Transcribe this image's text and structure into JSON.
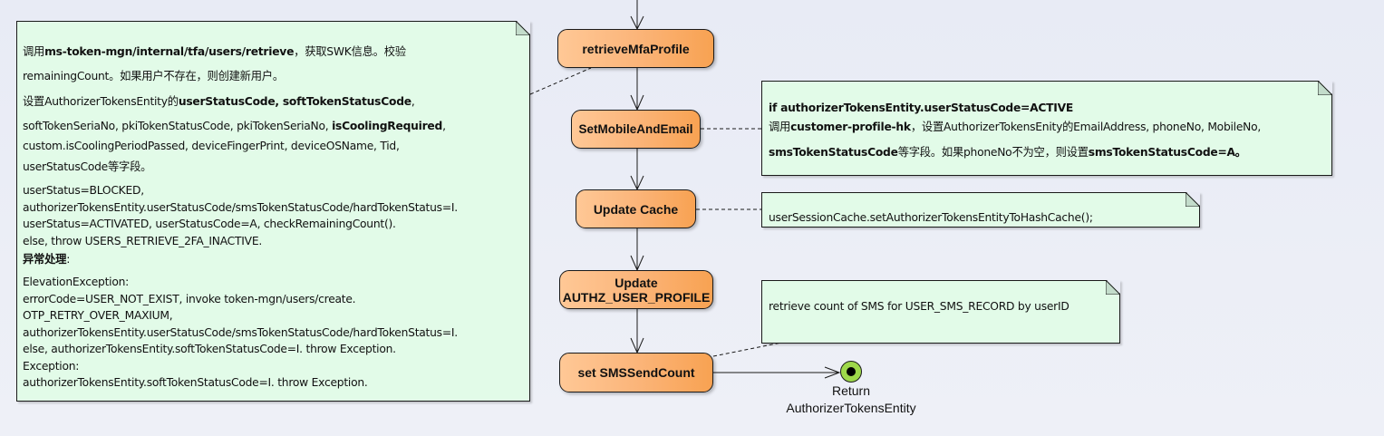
{
  "diagram": {
    "type": "activity",
    "actions": [
      {
        "id": "retrieve",
        "label": "retrieveMfaProfile"
      },
      {
        "id": "setmobile",
        "label": "SetMobileAndEmail"
      },
      {
        "id": "cache",
        "label": "Update Cache"
      },
      {
        "id": "authz",
        "label_line1": "Update",
        "label_line2": "AUTHZ_USER_PROFILE"
      },
      {
        "id": "sms",
        "label": "set SMSSendCount"
      }
    ],
    "final_node": {
      "label_line1": "Return",
      "label_line2": "AuthorizerTokensEntity",
      "fill_color": "#9ed84a"
    },
    "notes": {
      "retrieve_note": {
        "l1_a": "调用",
        "l1_b": "ms-token-mgn/internal/tfa/users/retrieve",
        "l1_c": "，获取SWK信息。校验",
        "l2": "remainingCount。如果用户不存在，则创建新用户。",
        "l3_a": "设置AuthorizerTokensEntity的",
        "l3_b": "userStatusCode, softTokenStatusCode",
        "l3_c": ",",
        "l4_a": "softTokenSeriaNo, pkiTokenStatusCode, pkiTokenSeriaNo, ",
        "l4_b": "isCoolingRequired",
        "l4_c": ",",
        "l5": "custom.isCoolingPeriodPassed, deviceFingerPrint, deviceOSName, Tid,",
        "l6": "userStatusCode等字段。",
        "l7": "userStatus=BLOCKED,",
        "l8": "authorizerTokensEntity.userStatusCode/smsTokenStatusCode/hardTokenStatus=I.",
        "l9": "userStatus=ACTIVATED, userStatusCode=A, checkRemainingCount().",
        "l10": "else, throw USERS_RETRIEVE_2FA_INACTIVE.",
        "l11_a": "异常处理",
        "l11_b": ":",
        "l12": "ElevationException:",
        "l13": "errorCode=USER_NOT_EXIST, invoke token-mgn/users/create.",
        "l14": "OTP_RETRY_OVER_MAXIUM,",
        "l15": "authorizerTokensEntity.userStatusCode/smsTokenStatusCode/hardTokenStatus=I.",
        "l16": "else, authorizerTokensEntity.softTokenStatusCode=I. throw Exception.",
        "l17": "Exception:",
        "l18": "authorizerTokensEntity.softTokenStatusCode=I. throw Exception."
      },
      "mobile_note": {
        "l1": "if authorizerTokensEntity.userStatusCode=ACTIVE",
        "l2_a": "调用",
        "l2_b": "customer-profile-hk",
        "l2_c": "，设置AuthorizerTokensEnity的EmailAddress, phoneNo, MobileNo,",
        "l3_a": "smsTokenStatusCode",
        "l3_b": "等字段。如果phoneNo不为空，则设置",
        "l3_c": "smsTokenStatusCode=A。"
      },
      "cache_note": {
        "text": "userSessionCache.setAuthorizerTokensEntityToHashCache();"
      },
      "sms_note": {
        "text": "retrieve count of SMS for USER_SMS_RECORD by userID"
      }
    }
  }
}
